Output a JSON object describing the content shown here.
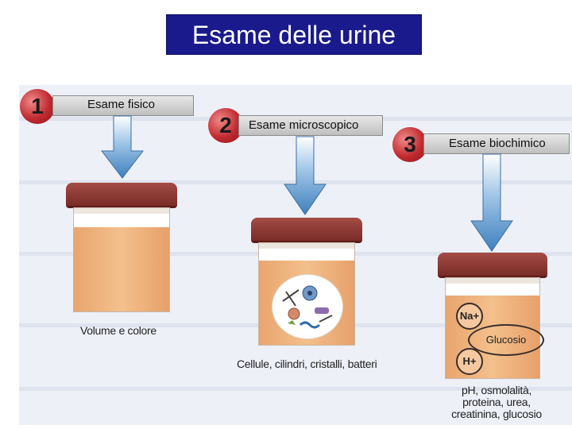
{
  "title": "Esame delle urine",
  "steps": [
    {
      "number": "1",
      "label": "Esame fisico",
      "caption": "Volume e colore"
    },
    {
      "number": "2",
      "label": "Esame microscopico",
      "caption": "Cellule, cilindri, cristalli, batteri"
    },
    {
      "number": "3",
      "label": "Esame biochimico",
      "caption_lines": [
        "pH, osmolalità,",
        "proteina, urea,",
        "creatinina, glucosio"
      ]
    }
  ],
  "jar3_labels": {
    "sodium": "Na+",
    "glucose": "Glucosio",
    "hydrogen": "H+"
  },
  "colors": {
    "title_bg": "#1a1a8c",
    "arrow": "#4f8ec7",
    "lid": "#8d3a35",
    "urine": "#efb37d",
    "step_circle": "#c0292f"
  }
}
